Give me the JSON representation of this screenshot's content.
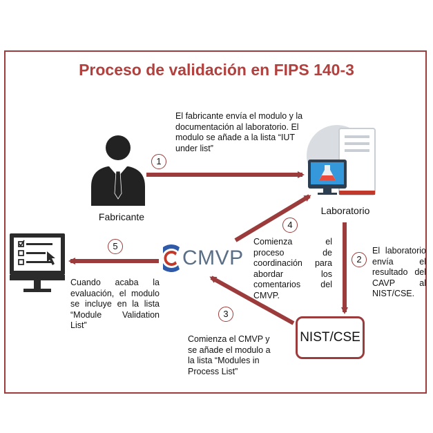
{
  "title": "Proceso de validación en FIPS 140-3",
  "nodes": {
    "fabricante": "Fabricante",
    "laboratorio": "Laboratorio",
    "nist": "NIST/CSE",
    "cmvp": "CMVP"
  },
  "steps": [
    {
      "number": "1",
      "text": "El fabricante envía el modulo y la documentación al laboratorio. El modulo se añade a la lista “IUT under list”"
    },
    {
      "number": "2",
      "text": "El laboratorio envía el resultado del CAVP al NIST/CSE."
    },
    {
      "number": "3",
      "text": "Comienza el CMVP y se añade el modulo a la lista “Modules in Process List”"
    },
    {
      "number": "4",
      "text": "Comienza el proceso de coordinación para abordar los comentarios del CMVP."
    },
    {
      "number": "5",
      "text": "Cuando acaba la evaluación, el modulo se incluye en la lista “Module Validation List”"
    }
  ],
  "colors": {
    "accent": "#9b3b3b",
    "title": "#b0413e",
    "icon_dark": "#2b2b2b"
  },
  "icons": [
    "person-icon",
    "server-computer-icon",
    "checklist-monitor-icon",
    "cmvp-logo-icon"
  ]
}
